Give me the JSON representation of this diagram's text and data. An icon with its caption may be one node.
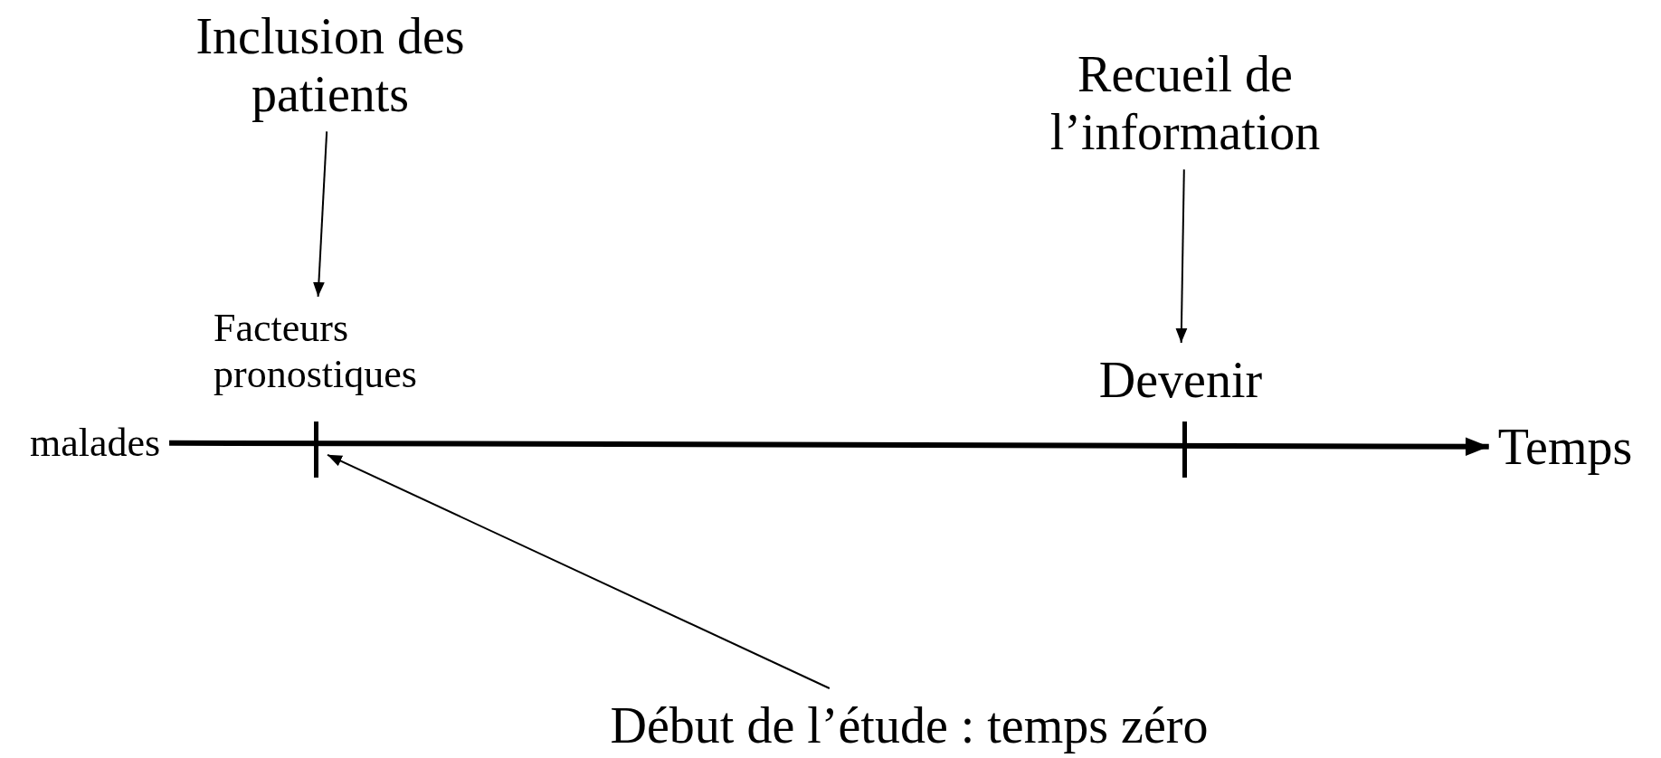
{
  "diagram": {
    "nodes": [
      {
        "text": [
          "Inclusion des patients"
        ]
      },
      {
        "text": [
          "Recueil de l’information"
        ]
      },
      {
        "text": [
          "Facteurs pronostiques"
        ]
      },
      {
        "text": [
          "Devenir"
        ]
      },
      {
        "text": [
          "malades"
        ]
      },
      {
        "text": [
          "Temps"
        ]
      },
      {
        "text": [],
        "shape": "bar"
      },
      {
        "text": [],
        "shape": "bar"
      },
      {
        "text": [
          "Début de l’étude : temps zéro"
        ]
      }
    ],
    "edges": [
      {
        "from": 0,
        "to": 2,
        "arrow": "to"
      },
      {
        "from": 1,
        "to": 3,
        "arrow": "to"
      },
      {
        "from": 4,
        "to": 5,
        "arrow": "to",
        "style": "thick"
      },
      {
        "from": 8,
        "to": 6,
        "arrow": "to"
      }
    ]
  }
}
